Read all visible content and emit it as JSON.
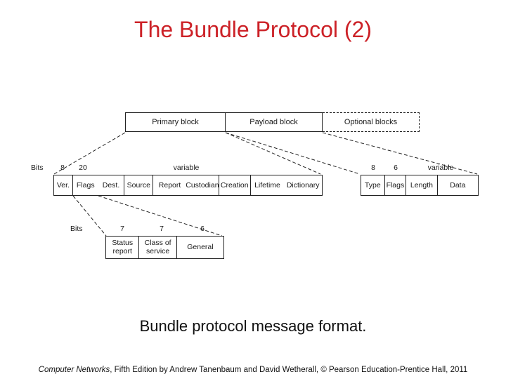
{
  "slide": {
    "title": "The Bundle Protocol (2)",
    "caption": "Bundle protocol message format.",
    "footer": {
      "book_title": "Computer Networks",
      "credits": ", Fifth Edition by Andrew Tanenbaum and David Wetherall, © Pearson Education-Prentice Hall, 2011"
    },
    "colors": {
      "title_red": "#cc2127",
      "diagram_ink": "#222222"
    }
  },
  "diagram": {
    "top_blocks": [
      {
        "label": "Primary block",
        "border": "solid"
      },
      {
        "label": "Payload block",
        "border": "solid"
      },
      {
        "label": "Optional blocks",
        "border": "dashed"
      }
    ],
    "primary_block_row": {
      "bits_caption": "Bits",
      "bit_widths": [
        "8",
        "20",
        "variable"
      ],
      "fields": [
        "Ver.",
        "Flags",
        "Dest.",
        "Source",
        "Report",
        "Custodian",
        "Creation",
        "Lifetime",
        "Dictionary"
      ]
    },
    "payload_block_row": {
      "bit_widths": [
        "8",
        "6",
        "variable"
      ],
      "fields": [
        "Type",
        "Flags",
        "Length",
        "Data"
      ]
    },
    "flags_detail_row": {
      "bits_caption": "Bits",
      "bit_widths": [
        "7",
        "7",
        "6"
      ],
      "fields": [
        "Status report",
        "Class of service",
        "General"
      ]
    }
  }
}
